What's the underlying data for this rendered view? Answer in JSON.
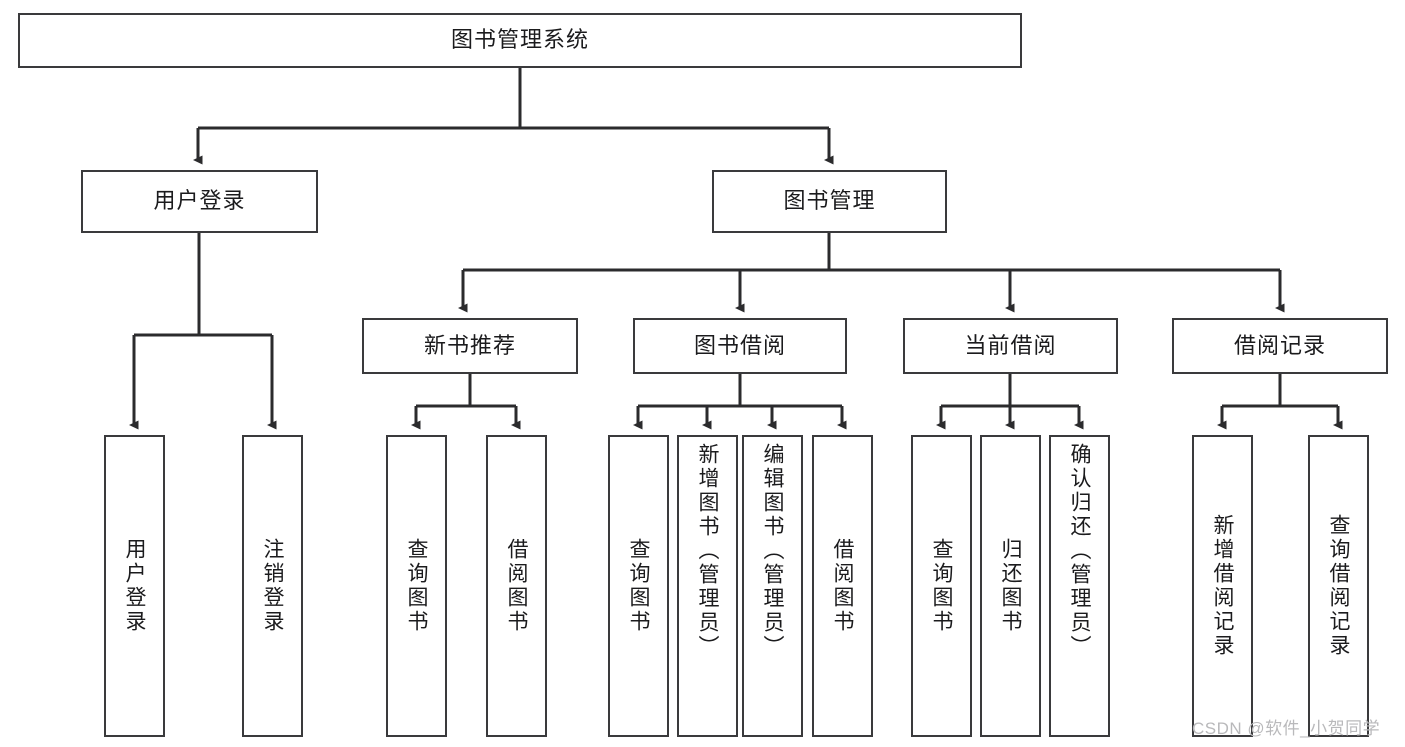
{
  "diagram": {
    "title": "图书管理系统",
    "root": {
      "label": "图书管理系统"
    },
    "level1": [
      {
        "label": "用户登录"
      },
      {
        "label": "图书管理"
      }
    ],
    "level2": [
      {
        "label": "新书推荐"
      },
      {
        "label": "图书借阅"
      },
      {
        "label": "当前借阅"
      },
      {
        "label": "借阅记录"
      }
    ],
    "leaves": {
      "user_login": [
        {
          "label": "用户登录"
        },
        {
          "label": "注销登录"
        }
      ],
      "new_book_recommend": [
        {
          "label": "查询图书"
        },
        {
          "label": "借阅图书"
        }
      ],
      "book_borrow": [
        {
          "label": "查询图书"
        },
        {
          "label": "新增图书（管理员）"
        },
        {
          "label": "编辑图书（管理员）"
        },
        {
          "label": "借阅图书"
        }
      ],
      "current_borrow": [
        {
          "label": "查询图书"
        },
        {
          "label": "归还图书"
        },
        {
          "label": "确认归还（管理员）"
        }
      ],
      "borrow_record": [
        {
          "label": "新增借阅记录"
        },
        {
          "label": "查询借阅记录"
        }
      ]
    }
  },
  "watermark": {
    "text": "CSDN @软件_小贺同学"
  },
  "colors": {
    "box_border": "#3a3a3c",
    "connector": "#2b2b2d",
    "text": "#1b1b1d",
    "background": "#ffffff",
    "watermark": "#b9b9bb"
  }
}
